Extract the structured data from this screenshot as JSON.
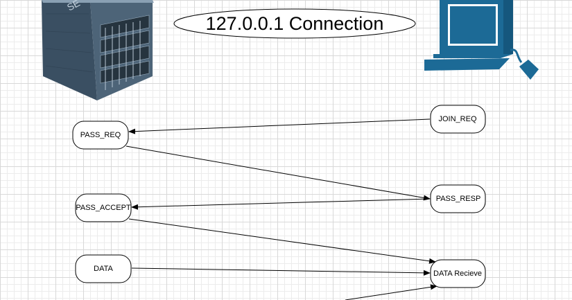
{
  "title": "127.0.0.1 Connection",
  "server_label": "SE",
  "nodes": {
    "pass_req": "PASS_REQ",
    "join_req": "JOIN_REQ",
    "pass_resp": "PASS_RESP",
    "pass_accept": "PASS_ACCEPT",
    "data": "DATA",
    "data_recieve": "DATA Recieve"
  },
  "colors": {
    "computer": "#1c6a96",
    "server_dark": "#2c3e4e",
    "server_mid": "#4d6478",
    "server_light": "#7f95a8",
    "node_stroke": "#000000"
  },
  "icons": [
    "server-icon",
    "computer-icon"
  ]
}
